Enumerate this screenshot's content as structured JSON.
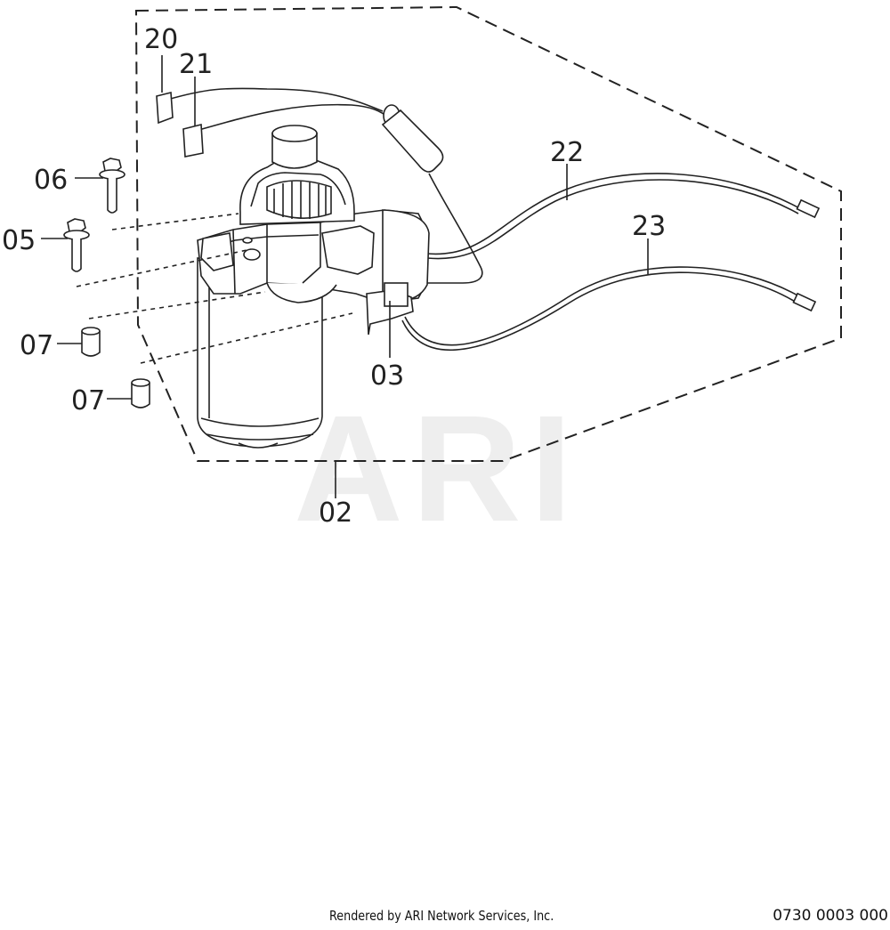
{
  "diagram": {
    "watermark": "ARI",
    "callouts": {
      "c20": "20",
      "c21": "21",
      "c22": "22",
      "c23": "23",
      "c06": "06",
      "c05": "05",
      "c07a": "07",
      "c07b": "07",
      "c03": "03",
      "c02": "02"
    }
  },
  "footer": {
    "credit": "Rendered by ARI Network Services, Inc.",
    "code": "0730 0003 000"
  }
}
